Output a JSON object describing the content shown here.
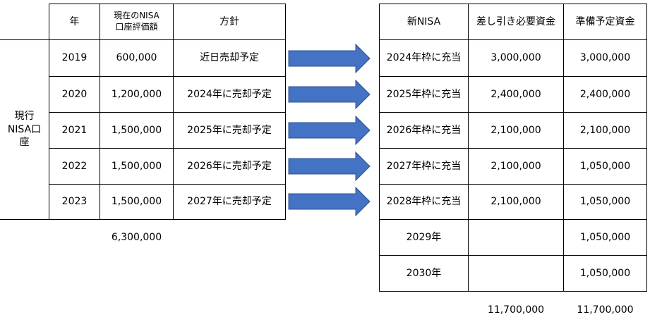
{
  "left_table": {
    "header": {
      "year": "年",
      "value_line1": "現在のNISA",
      "value_line2": "口座評価額",
      "policy": "方針"
    },
    "side_label": {
      "line1": "現行",
      "line2": "NISA口",
      "line3": "座"
    },
    "rows": [
      {
        "year": "2019",
        "value": "600,000",
        "policy": "近日売却予定"
      },
      {
        "year": "2020",
        "value": "1,200,000",
        "policy": "2024年に売却予定"
      },
      {
        "year": "2021",
        "value": "1,500,000",
        "policy": "2025年に売却予定"
      },
      {
        "year": "2022",
        "value": "1,500,000",
        "policy": "2026年に売却予定"
      },
      {
        "year": "2023",
        "value": "1,500,000",
        "policy": "2027年に売却予定"
      }
    ],
    "total": "6,300,000"
  },
  "right_table": {
    "header": {
      "new_nisa": "新NISA",
      "required_funds": "差し引き必要資金",
      "planned_funds": "準備予定資金"
    },
    "rows": [
      {
        "label": "2024年枠に充当",
        "required": "3,000,000",
        "planned": "3,000,000"
      },
      {
        "label": "2025年枠に充当",
        "required": "2,400,000",
        "planned": "2,400,000"
      },
      {
        "label": "2026年枠に充当",
        "required": "2,100,000",
        "planned": "2,100,000"
      },
      {
        "label": "2027年枠に充当",
        "required": "2,100,000",
        "planned": "1,050,000"
      },
      {
        "label": "2028年枠に充当",
        "required": "2,100,000",
        "planned": "1,050,000"
      },
      {
        "label": "2029年",
        "required": "",
        "planned": "1,050,000"
      },
      {
        "label": "2030年",
        "required": "",
        "planned": "1,050,000"
      }
    ],
    "total_required": "11,700,000",
    "total_planned": "11,700,000"
  },
  "colors": {
    "arrow_fill": "#4472c4",
    "arrow_stroke": "#2f528f",
    "grid": "#000000"
  },
  "icons": {
    "arrow": "right-arrow-icon"
  }
}
